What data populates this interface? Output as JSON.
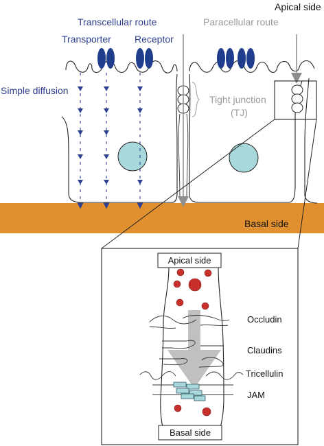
{
  "labels": {
    "apical_top": "Apical side",
    "transcellular": "Transcellular route",
    "paracellular": "Paracellular route",
    "transporter": "Transporter",
    "receptor": "Receptor",
    "simple_diffusion": "Simple diffusion",
    "tight_junction": "Tight junction",
    "tj_abbrev": "(TJ)",
    "basal_top": "Basal side"
  },
  "inset": {
    "apical": "Apical side",
    "basal": "Basal side",
    "proteins": [
      "Occludin",
      "Claudins",
      "Tricellulin",
      "JAM"
    ]
  },
  "colors": {
    "route_arrow": "#2f3f8f",
    "protein": "#1f3d8c",
    "nucleus": "#a9d8dc",
    "basement": "#e0902e",
    "particle": "#c8302c",
    "jam": "#a9d8dc",
    "para_arrow": "#9a9a9a"
  }
}
